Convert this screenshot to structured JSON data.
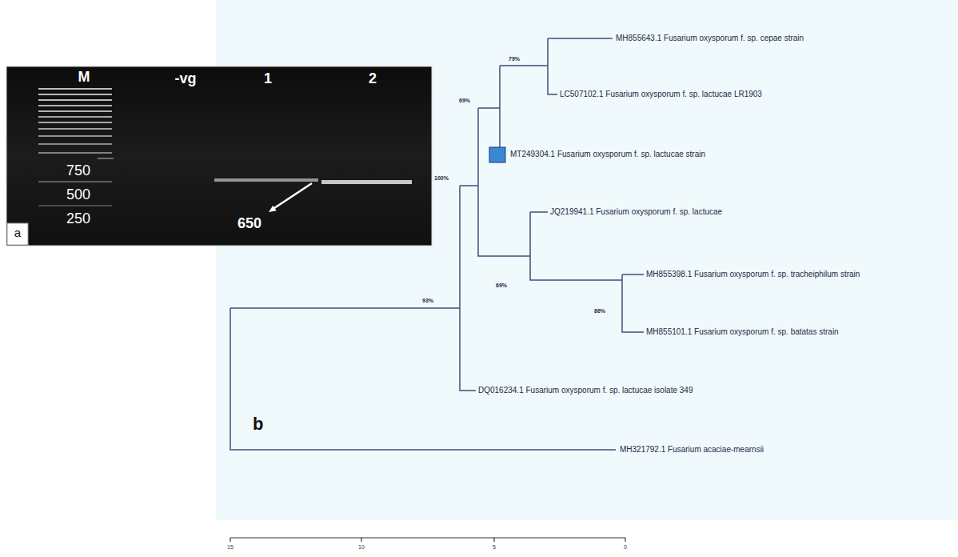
{
  "diagram": {
    "labels": [
      "M",
      "-vg",
      "1",
      "2",
      "750",
      "500",
      "250",
      "650",
      "a",
      "79%",
      "MH855643.1 Fusarium oxysporum f. sp. cepae strain",
      "69%",
      "LC507102.1 Fusarium oxysporum f. sp. lactucae LR1903",
      "MT249304.1 Fusarium oxysporum f. sp. lactucae strain",
      "100%",
      "JQ219941.1 Fusarium oxysporum f. sp. lactucae",
      "MH855398.1 Fusarium oxysporum f. sp. tracheiphilum strain",
      "69%",
      "93%",
      "86%",
      "MH855101.1 Fusarium oxysporum f. sp. batatas strain",
      "DQ016234.1 Fusarium oxysporum f. sp. lactucae isolate 349",
      "b",
      "MH321792.1 Fusarium acaciae-mearnsii",
      "15",
      "10",
      "5",
      "0"
    ]
  }
}
